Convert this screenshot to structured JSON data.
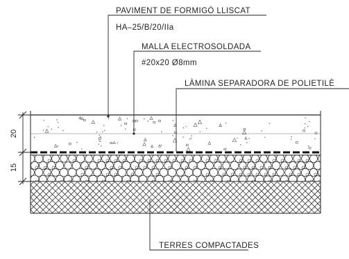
{
  "labels": {
    "paviment_title": "PAVIMENT DE FORMIGÓ LLISCAT",
    "paviment_spec": "HA–25/B/20/IIa",
    "malla_title": "MALLA ELECTROSOLDADA",
    "malla_spec": "#20x20 Ø8mm",
    "lamina_title": "LÀMINA SEPARADORA DE POLIETILÈ",
    "terres_title": "TERRES COMPACTADES"
  },
  "dimensions": {
    "concrete_thickness": "20",
    "gravel_thickness": "15"
  },
  "colors": {
    "ink": "#222222",
    "background": "#ffffff"
  }
}
